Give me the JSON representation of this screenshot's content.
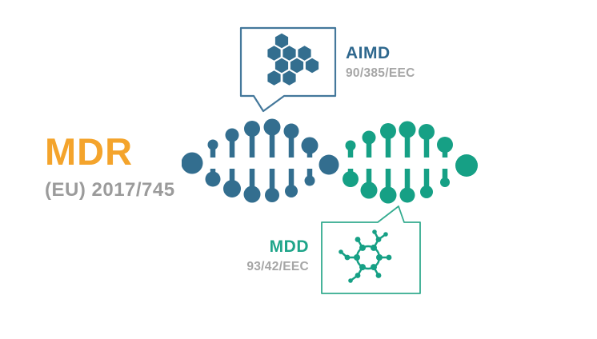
{
  "title": {
    "name": "MDR",
    "regulation": "(EU) 2017/745"
  },
  "callouts": {
    "aimd": {
      "label": "AIMD",
      "directive": "90/385/EEC",
      "icon": "hexagon-cluster-icon"
    },
    "mdd": {
      "label": "MDD",
      "directive": "93/42/EEC",
      "icon": "molecule-icon"
    }
  },
  "diagram": {
    "center_icon": "dna-strand-icon",
    "left_strand_color_name": "blue",
    "right_strand_color_name": "green"
  },
  "colors": {
    "orange_title": "#F4A42C",
    "gray_text": "#9B9B9B",
    "gray_directive": "#A6A6A6",
    "dna_blue": "#336E8F",
    "dna_green": "#16A085",
    "aimd_text_blue": "#2F688E",
    "mdd_text_green": "#1FA58A",
    "aimd_bubble_border": "#44789B",
    "mdd_bubble_border": "#33AB8F",
    "background": "#FFFFFF"
  }
}
